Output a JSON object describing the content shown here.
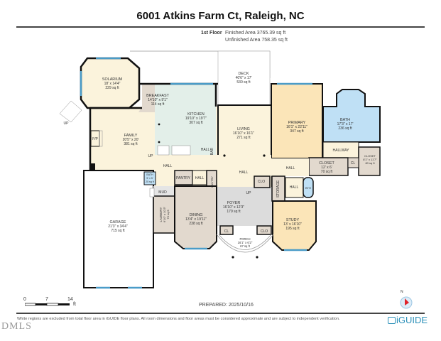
{
  "header": {
    "title": "6001 Atkins Farm Ct, Raleigh, NC",
    "floor": "1st Floor",
    "finished_area": "Finished Area 3765.39 sq ft",
    "unfinished_area": "Unfinished Area 758.35 sq ft"
  },
  "rooms": {
    "solarium": {
      "name": "SOLARIUM",
      "dims": "18' x 14'4\"",
      "area": "229 sq ft"
    },
    "breakfast": {
      "name": "BREAKFAST",
      "dims": "14'10\" x 9'1\"",
      "area": "114 sq ft"
    },
    "kitchen": {
      "name": "KITCHEN",
      "dims": "19'10\" x 19'7\"",
      "area": "307 sq ft"
    },
    "deck": {
      "name": "DECK",
      "dims": "40'6\" x 17'",
      "area": "530 sq ft"
    },
    "living": {
      "name": "LIVING",
      "dims": "16'10\" x 16'1\"",
      "area": "271 sq ft"
    },
    "primary": {
      "name": "PRIMARY",
      "dims": "16'1\" x 22'11\"",
      "area": "347 sq ft"
    },
    "bath_primary": {
      "name": "BATH",
      "dims": "17'3\" x 17'",
      "area": "236 sq ft"
    },
    "family": {
      "name": "FAMILY",
      "dims": "20'5\" x 20'",
      "area": "381 sq ft"
    },
    "closet_a": {
      "name": "CLOSET",
      "dims": "12' x 6'",
      "area": "70 sq ft"
    },
    "closet_b": {
      "name": "CLOSET",
      "dims": "8'1\" x 11'7\"",
      "area": "80 sq ft"
    },
    "bath_half": {
      "name": "BATH",
      "dims": "5' x 5'",
      "area": "25 sq ft"
    },
    "garage": {
      "name": "GARAGE",
      "dims": "21'3\" x 34'4\"",
      "area": "715 sq ft"
    },
    "laundry": {
      "name": "LAUNDRY",
      "dims": "6'10\" x 10'3\"",
      "area": "70 sq ft"
    },
    "dining": {
      "name": "DINING",
      "dims": "13'4\" x 19'11\"",
      "area": "238 sq ft"
    },
    "foyer": {
      "name": "FOYER",
      "dims": "16'10\" x 12'3\"",
      "area": "179 sq ft"
    },
    "study": {
      "name": "STUDY",
      "dims": "13' x 16'10\"",
      "area": "195 sq ft"
    },
    "porch": {
      "name": "PORCH",
      "dims": "16'1\" x 6'2\"",
      "area": "67 sq ft"
    }
  },
  "labels": {
    "fp": "F/P",
    "up": "UP",
    "hall": "HALL",
    "hallway": "HALLWAY",
    "bar": "BAR",
    "pantry": "PANTRY",
    "mud": "MUD",
    "clo": "CLO",
    "cl": "CL",
    "storage": "STORAGE",
    "bth": "BTH"
  },
  "scale": {
    "n0": "0",
    "n7": "7",
    "n14": "14",
    "unit": "ft"
  },
  "footer": {
    "prepared": "PREPARED: 2025/10/16",
    "disclaimer": "White regions are excluded from total floor area in iGUIDE floor plans. All room dimensions and floor areas must be considered approximate and are subject to independent verification.",
    "brand": "iGUIDE",
    "watermark": "DMLS",
    "compass_label": "N"
  },
  "colors": {
    "wall": "#111111",
    "window": "#4a9cc8",
    "living_fill": "#fbf3dc",
    "kitchen_fill": "#e3efe9",
    "breakfast_fill": "#e2d9ce",
    "primary_fill": "#fbe5b8",
    "bath_fill": "#bfe0f5",
    "foyer_fill": "#dcdcdc",
    "utility_fill": "#e2d9ce"
  }
}
